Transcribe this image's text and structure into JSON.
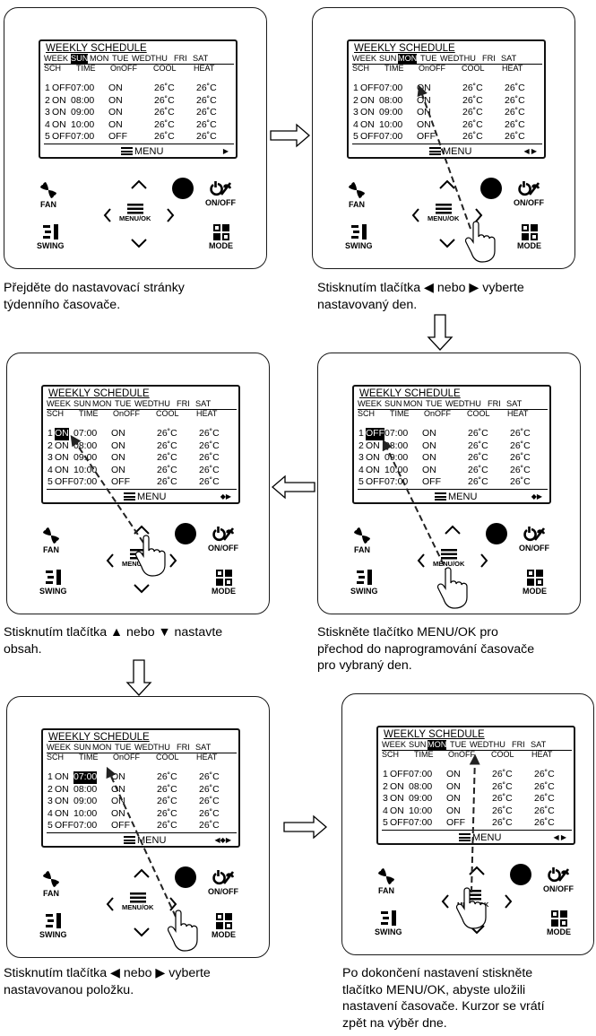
{
  "screen": {
    "title": "WEEKLY SCHEDULE",
    "week_label": "WEEK",
    "days": [
      "SUN",
      "MON",
      "TUE",
      "WED",
      "THU",
      "FRI",
      "SAT"
    ],
    "col_sch": "SCH",
    "col_time": "TIME",
    "col_onoff": "OnOFF",
    "col_cool": "COOL",
    "col_heat": "HEAT",
    "menu_label": "MENU",
    "rows": [
      {
        "no": "1",
        "state": "OFF",
        "time": "07:00",
        "onoff": "ON",
        "cool": "26˚C",
        "heat": "26˚C"
      },
      {
        "no": "2",
        "state": "ON",
        "time": "08:00",
        "onoff": "ON",
        "cool": "26˚C",
        "heat": "26˚C"
      },
      {
        "no": "3",
        "state": "ON",
        "time": "09:00",
        "onoff": "ON",
        "cool": "26˚C",
        "heat": "26˚C"
      },
      {
        "no": "4",
        "state": "ON",
        "time": "10:00",
        "onoff": "ON",
        "cool": "26˚C",
        "heat": "26˚C"
      },
      {
        "no": "5",
        "state": "OFF",
        "time": "07:00",
        "onoff": "OFF",
        "cool": "26˚C",
        "heat": "26˚C"
      }
    ]
  },
  "buttons": {
    "fan": "FAN",
    "swing": "SWING",
    "onoff": "ON/OFF",
    "mode": "MODE",
    "menuok": "MENU/OK"
  },
  "steps": [
    {
      "caption": "Přejděte do nastavovací stránky\ntýdenního časovače.",
      "selected_day": "SUN",
      "menu_arrows": "▶",
      "row1_state": "OFF",
      "highlight": "day"
    },
    {
      "caption": "Stisknutím tlačítka ◀ nebo ▶ vyberte\nnastavovaný den.",
      "selected_day": "MON",
      "menu_arrows": "◀ ▶",
      "row1_state": "OFF",
      "highlight": "day"
    },
    {
      "caption": "Stiskněte tlačítko MENU/OK pro\npřechod do naprogramování časovače\npro vybraný den.",
      "selected_day": "",
      "menu_arrows": "◆▶",
      "row1_state": "OFF",
      "highlight": "state"
    },
    {
      "caption": "Stisknutím tlačítka ▲ nebo ▼ nastavte\nobsah.",
      "selected_day": "",
      "menu_arrows": "◆▶",
      "row1_state": "ON",
      "highlight": "state"
    },
    {
      "caption": "Stisknutím tlačítka ◀ nebo ▶ vyberte\nnastavovanou položku.",
      "selected_day": "",
      "menu_arrows": "◀◆▶",
      "row1_state": "ON",
      "highlight": "time"
    },
    {
      "caption": "Po dokončení nastavení stiskněte\ntlačítko MENU/OK, abyste uložili\nnastavení časovače. Kurzor se vrátí\nzpět na výběr dne.",
      "selected_day": "MON",
      "menu_arrows": "◀ ▶",
      "row1_state": "OFF",
      "highlight": "day"
    }
  ]
}
